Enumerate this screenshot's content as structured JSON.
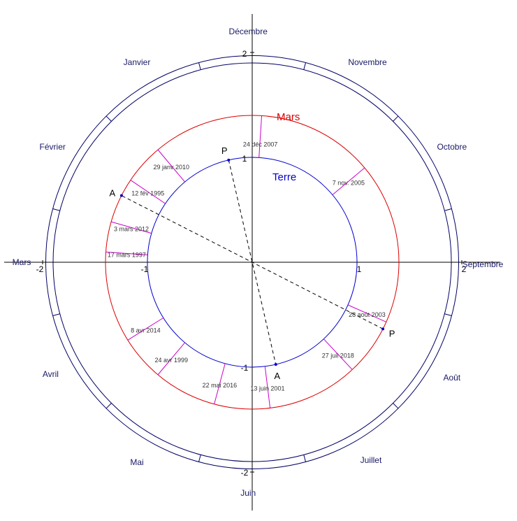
{
  "colors": {
    "earth": "#0000cc",
    "mars": "#dd0000",
    "opposition": "#cc00cc",
    "month_ring": "#000066",
    "month_label": "#1a1a66",
    "axis": "#000000",
    "apsis_line": "#000000"
  },
  "orbits": {
    "earth": {
      "label": "Terre",
      "radius": 1.0
    },
    "mars": {
      "label": "Mars",
      "radius": 1.4
    }
  },
  "month_ring": {
    "inner_radius": 1.9,
    "outer_radius": 1.97
  },
  "axes": {
    "range": [
      -2.4,
      2.4
    ],
    "ticks": [
      {
        "value": -2,
        "label": "-2"
      },
      {
        "value": -1,
        "label": "-1"
      },
      {
        "value": 1,
        "label": "1"
      },
      {
        "value": 2,
        "label": "2"
      }
    ]
  },
  "months": [
    {
      "name": "Décembre",
      "angle": 91
    },
    {
      "name": "Novembre",
      "angle": 60
    },
    {
      "name": "Octobre",
      "angle": 30
    },
    {
      "name": "Septembre",
      "angle": -0.5
    },
    {
      "name": "Août",
      "angle": -30
    },
    {
      "name": "Juillet",
      "angle": -59
    },
    {
      "name": "Juin",
      "angle": -91
    },
    {
      "name": "Mai",
      "angle": -120
    },
    {
      "name": "Avril",
      "angle": -151
    },
    {
      "name": "Mars",
      "angle": 180
    },
    {
      "name": "Février",
      "angle": 150
    },
    {
      "name": "Janvier",
      "angle": 120
    }
  ],
  "month_dividers": [
    105,
    75,
    45,
    15,
    -15,
    -45,
    -75,
    -105,
    -135,
    -165,
    165,
    135
  ],
  "oppositions": [
    {
      "label": "24 déc 2007",
      "angle": 86.3
    },
    {
      "label": "7 nov. 2005",
      "angle": 40
    },
    {
      "label": "28 août 2003",
      "angle": -24
    },
    {
      "label": "27 juil 2018",
      "angle": -47
    },
    {
      "label": "13 juin 2001",
      "angle": -83
    },
    {
      "label": "22 mai 2016",
      "angle": -105
    },
    {
      "label": "24 avr 1999",
      "angle": -130
    },
    {
      "label": "8 avr 2014",
      "angle": -148
    },
    {
      "label": "17 mars 1997",
      "angle": 176
    },
    {
      "label": "3 mars 2012",
      "angle": 164
    },
    {
      "label": "12 fév 1995",
      "angle": 146
    },
    {
      "label": "29 janv 2010",
      "angle": 130
    }
  ],
  "apsides": {
    "earth": {
      "perihelion": {
        "label": "P",
        "angle": 103
      },
      "aphelion": {
        "label": "A",
        "angle": -77
      }
    },
    "mars": {
      "perihelion": {
        "label": "P",
        "angle": -27
      },
      "aphelion": {
        "label": "A",
        "angle": 153
      }
    }
  }
}
